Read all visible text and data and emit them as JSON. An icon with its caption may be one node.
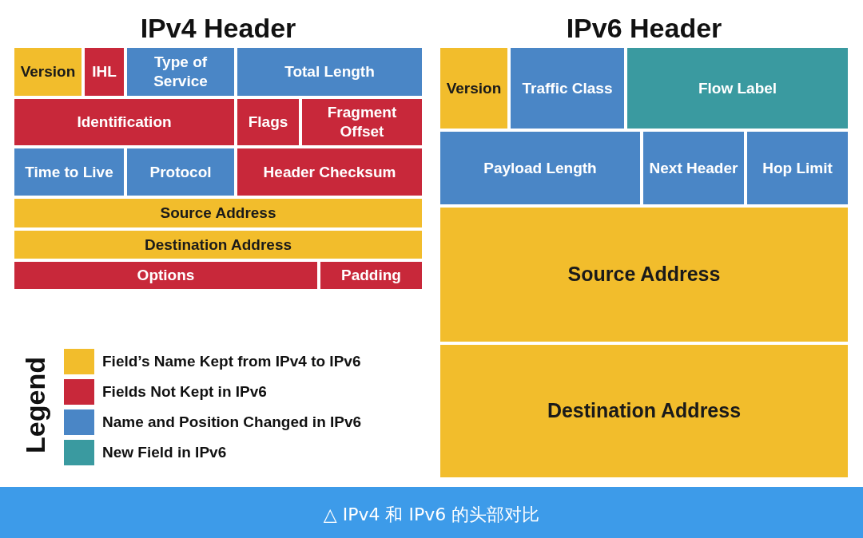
{
  "diagram": {
    "caption": "△ IPv4 和 IPv6 的头部对比",
    "nodes": [
      {
        "text": [
          "IPv4 Header"
        ]
      },
      {
        "text": [
          "Version"
        ],
        "in": 0
      },
      {
        "text": [
          "IHL"
        ],
        "in": 0
      },
      {
        "text": [
          "Type of Service"
        ],
        "in": 0
      },
      {
        "text": [
          "Total Length"
        ],
        "in": 0
      },
      {
        "text": [
          "Identification"
        ],
        "in": 0
      },
      {
        "text": [
          "Flags"
        ],
        "in": 0
      },
      {
        "text": [
          "Fragment Offset"
        ],
        "in": 0
      },
      {
        "text": [
          "Time to Live"
        ],
        "in": 0
      },
      {
        "text": [
          "Protocol"
        ],
        "in": 0
      },
      {
        "text": [
          "Header Checksum"
        ],
        "in": 0
      },
      {
        "text": [
          "Source Address"
        ],
        "in": 0
      },
      {
        "text": [
          "Destination Address"
        ],
        "in": 0
      },
      {
        "text": [
          "Options"
        ],
        "in": 0
      },
      {
        "text": [
          "Padding"
        ],
        "in": 0
      },
      {
        "text": [
          "IPv6 Header"
        ]
      },
      {
        "text": [
          "Version"
        ],
        "in": 15
      },
      {
        "text": [
          "Traffic Class"
        ],
        "in": 15
      },
      {
        "text": [
          "Flow Label"
        ],
        "in": 15
      },
      {
        "text": [
          "Payload Length"
        ],
        "in": 15
      },
      {
        "text": [
          "Next Header"
        ],
        "in": 15
      },
      {
        "text": [
          "Hop Limit"
        ],
        "in": 15
      },
      {
        "text": [
          "Source Address"
        ],
        "in": 15
      },
      {
        "text": [
          "Destination Address"
        ],
        "in": 15
      }
    ],
    "labels": [
      "Legend"
    ],
    "legend": [
      {
        "text": "Field’s Name Kept from IPv4 to IPv6",
        "color": "#f2bd2c"
      },
      {
        "text": "Fields Not Kept in IPv6",
        "color": "#c8283a"
      },
      {
        "text": "Name and Position Changed in IPv6",
        "color": "#4a86c6"
      },
      {
        "text": "New Field in IPv6",
        "color": "#3a9aa0"
      }
    ]
  }
}
